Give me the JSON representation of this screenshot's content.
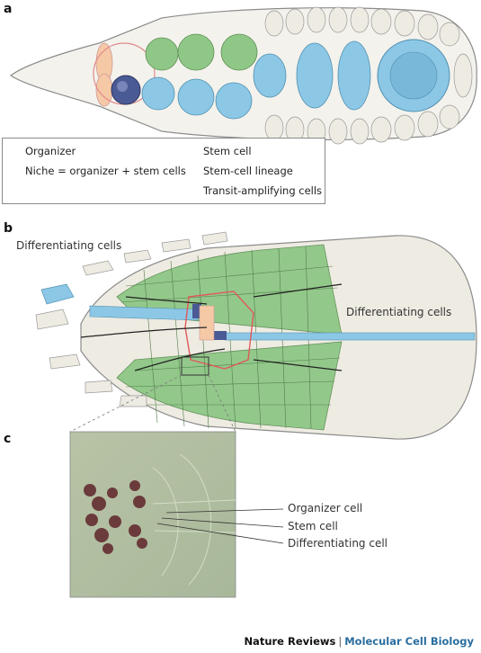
{
  "panels": {
    "a": "a",
    "b": "b",
    "c": "c"
  },
  "legend": {
    "organizer": "Organizer",
    "niche": "Niche = organizer + stem cells",
    "stem_cell": "Stem cell",
    "stem_cell_lineage": "Stem-cell lineage",
    "transit_amplifying": "Transit-amplifying cells",
    "colors": {
      "organizer": "#f6c9a6",
      "niche_outline": "#e08a8a",
      "stem_cell": "#4a5a94",
      "lineage": "#8cc8e6",
      "transit": "#8fc787"
    }
  },
  "panel_b": {
    "differentiating_left": "Differentiating cells",
    "differentiating_right": "Differentiating cells"
  },
  "panel_c": {
    "organizer_cell": "Organizer cell",
    "stem_cell": "Stem cell",
    "differentiating_cell": "Differentiating cell"
  },
  "footer": {
    "journal": "Nature Reviews",
    "separator": "|",
    "section": "Molecular Cell Biology"
  }
}
